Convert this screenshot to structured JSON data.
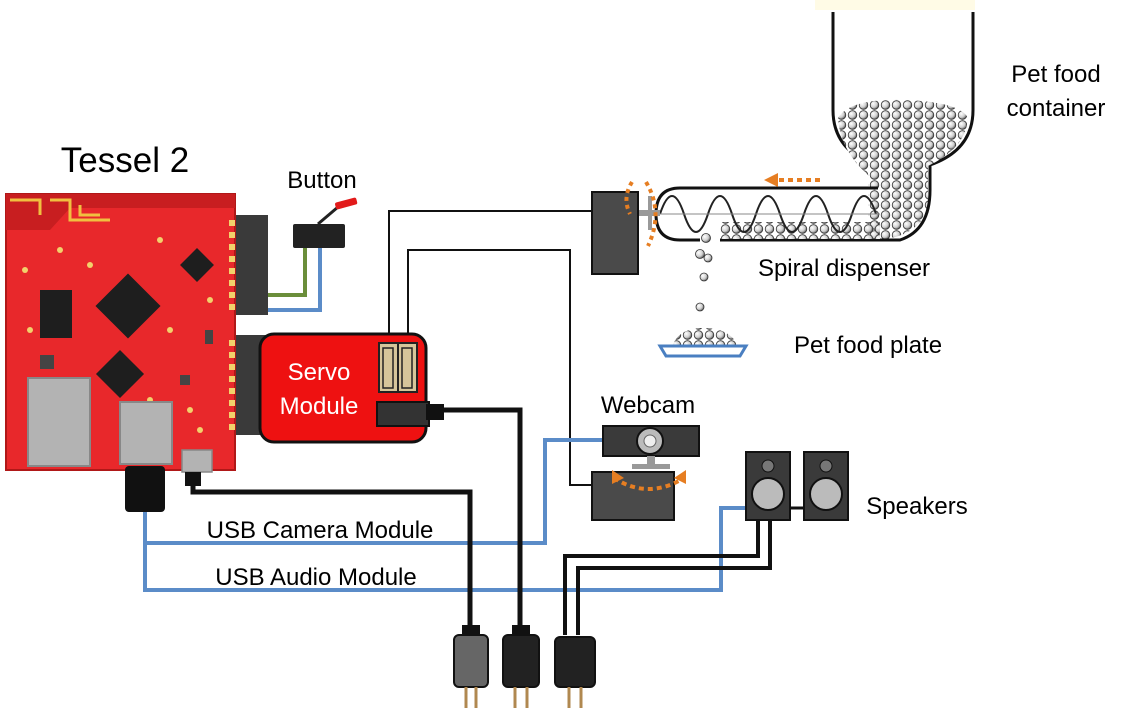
{
  "labels": {
    "board": "Tessel 2",
    "button": "Button",
    "servo_line1": "Servo",
    "servo_line2": "Module",
    "webcam": "Webcam",
    "container_line1": "Pet food",
    "container_line2": "container",
    "spiral": "Spiral dispenser",
    "plate": "Pet food plate",
    "speakers": "Speakers",
    "usb_camera": "USB Camera Module",
    "usb_audio": "USB Audio Module"
  },
  "colors": {
    "board_red": "#e8282b",
    "board_dark_red": "#c81e20",
    "wire_blue": "#5b8cc8",
    "wire_green": "#6b8e3a",
    "wire_black": "#111111",
    "arrow_orange": "#e67e22",
    "servo_red": "#ee1111",
    "plate_blue": "#4a7fc1"
  }
}
